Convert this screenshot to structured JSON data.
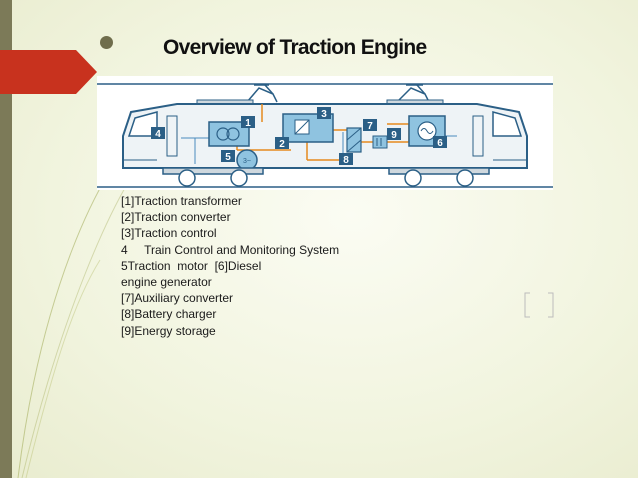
{
  "slide": {
    "title": "Overview of Traction Engine"
  },
  "diagram": {
    "markers": [
      "1",
      "2",
      "3",
      "4",
      "5",
      "6",
      "7",
      "8",
      "9"
    ],
    "motor_label": "3~"
  },
  "legend": {
    "lines": [
      "[1]Traction transformer",
      "[2]Traction converter",
      "[3]Traction control",
      "4     Train Control and Monitoring System",
      "5Traction  motor  [6]Diesel",
      "engine generator",
      "[7]Auxiliary converter",
      "[8]Battery charger",
      "[9]Energy storage"
    ]
  },
  "colors": {
    "accent_red": "#c8321e",
    "frame_blue": "#2b5f86",
    "fill_blue": "#8fc3e0",
    "wire_orange": "#e58a1f",
    "wire_blue": "#4a8bbd"
  }
}
